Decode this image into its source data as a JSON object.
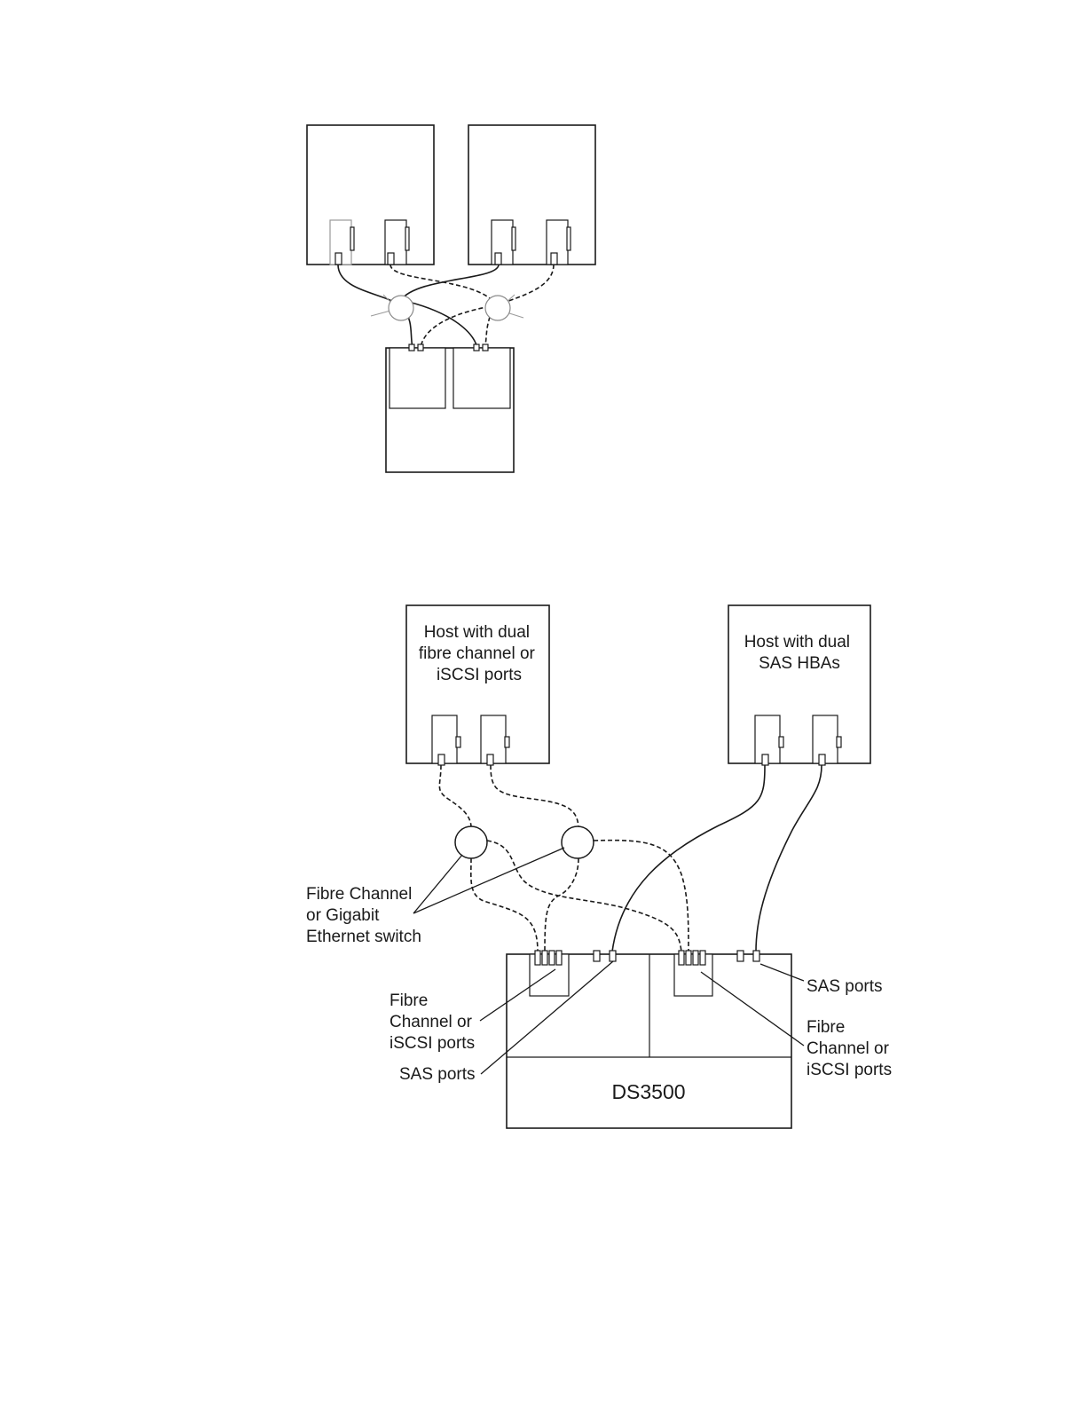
{
  "host_fc": {
    "label_lines": [
      "Host with dual",
      "fibre channel or",
      "iSCSI ports"
    ]
  },
  "host_sas": {
    "label_lines": [
      "Host with dual",
      "SAS HBAs"
    ]
  },
  "switch_label_lines": [
    "Fibre Channel",
    "or Gigabit",
    "Ethernet switch"
  ],
  "left_fc_ports_label_lines": [
    "Fibre",
    "Channel or",
    "iSCSI ports"
  ],
  "left_sas_ports_label": "SAS ports",
  "right_sas_ports_label": "SAS ports",
  "right_fc_ports_label_lines": [
    "Fibre",
    "Channel or",
    "iSCSI ports"
  ],
  "storage_label": "DS3500"
}
